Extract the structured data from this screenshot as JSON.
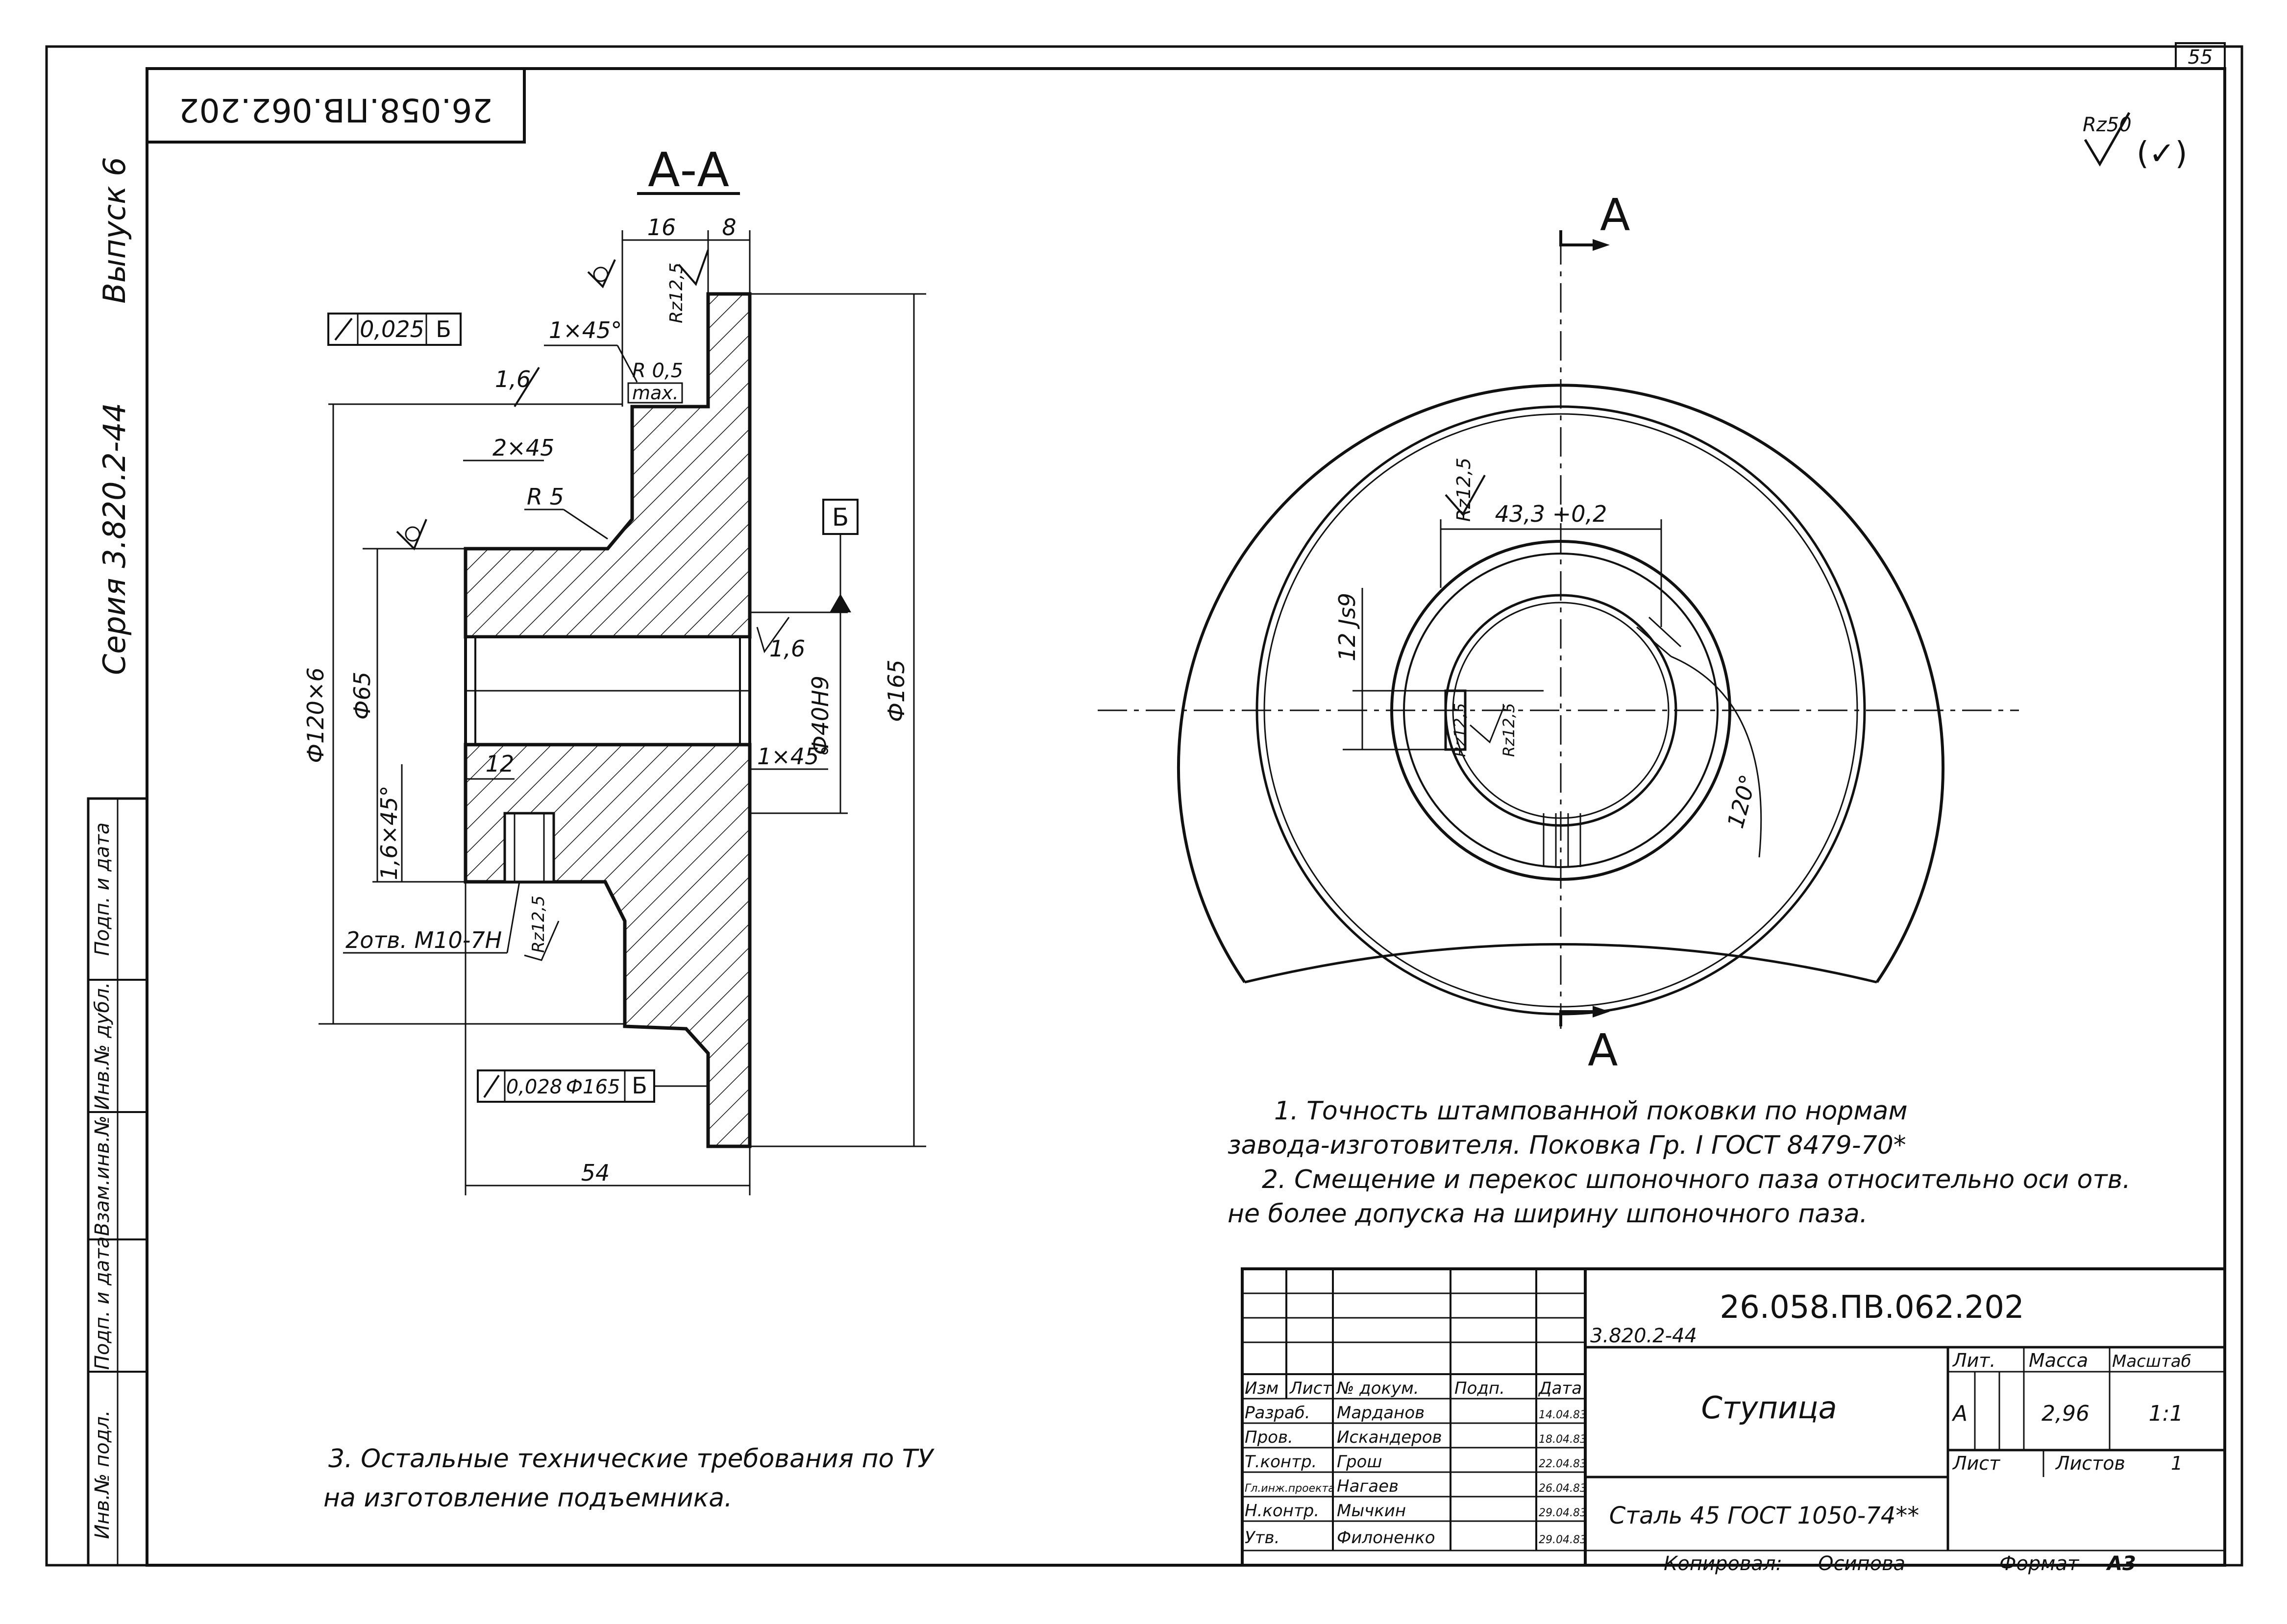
{
  "sheet_number": "55",
  "drawing_code": "26.058.ПВ.062.202",
  "drawing_code_mirrored": "26.058.ПВ.062.202",
  "series": "Серия 3.820.2-44",
  "issue": "Выпуск 6",
  "roughness_general": "Rz50",
  "roughness_general_bracket": "(✓)",
  "section_label": "А-А",
  "section_mark": "А",
  "datum_label": "Б",
  "left_stamp": [
    "Инв.№ подл.",
    "Подп. и дата",
    "Взам.инв.№",
    "Инв.№ дубл.",
    "Подп. и дата"
  ],
  "section_dims": {
    "w16": "16",
    "w8": "8",
    "rz125": "Rz12,5",
    "tol1": "0,025",
    "tol1_base": "Б",
    "chamfer1": "1×45°",
    "r05": "R 0,5",
    "max": "max.",
    "r16a": "1,6",
    "chamfer2": "2×45",
    "r5": "R 5",
    "d120": "Ф120×6",
    "d65": "Ф65",
    "d40": "Ф40Н9",
    "d165": "Ф165",
    "r16b": "1,6",
    "chamfer3": "1×45°",
    "w12": "12",
    "chamfer4": "1,6×45°",
    "holes": "2отв. М10-7Н",
    "rz125b": "Rz12,5",
    "tol2": "0,028",
    "tol2_dia": "Ф165",
    "tol2_base": "Б",
    "w54": "54"
  },
  "plan_dims": {
    "rz125": "Rz12,5",
    "keyway": "43,3 +0,2",
    "width": "12 Js9",
    "rz_a": "Rz12,5",
    "rz_b": "Rz12,5",
    "angle": "120°"
  },
  "notes": [
    "1.  Точность штампованной поковки по нормам",
    "завода-изготовителя.  Поковка Гр. I ГОСТ 8479-70*",
    "2.  Смещение и перекос шпоночного паза относительно оси отв.",
    "не более допуска на ширину шпоночного паза."
  ],
  "note3": [
    "3.   Остальные технические требования по ТУ",
    "на изготовление подъемника."
  ],
  "title_block": {
    "code": "26.058.ПВ.062.202",
    "series": "3.820.2-44",
    "name": "Ступица",
    "material": "Сталь 45 ГОСТ 1050-74**",
    "header": [
      "Изм",
      "Лист",
      "№ докум.",
      "Подп.",
      "Дата"
    ],
    "roles": [
      {
        "role": "Разраб.",
        "name": "Марданов",
        "date": "14.04.83"
      },
      {
        "role": "Пров.",
        "name": "Искандеров",
        "date": "18.04.83"
      },
      {
        "role": "Т.контр.",
        "name": "Грош",
        "date": "22.04.83"
      },
      {
        "role": "Гл.инж.проекта",
        "name": "Нагаев",
        "date": "26.04.83"
      },
      {
        "role": "Н.контр.",
        "name": "Мычкин",
        "date": "29.04.83"
      },
      {
        "role": "Утв.",
        "name": "Филоненко",
        "date": "29.04.83"
      }
    ],
    "lit_label": "Лит.",
    "mass_label": "Масса",
    "scale_label": "Масштаб",
    "lit": "А",
    "mass": "2,96",
    "scale": "1:1",
    "sheet_label": "Лист",
    "sheets_label": "Листов",
    "sheets": "1",
    "copied_label": "Копировал:",
    "copied_by": "Осипова",
    "format_label": "Формат",
    "format": "А3"
  }
}
